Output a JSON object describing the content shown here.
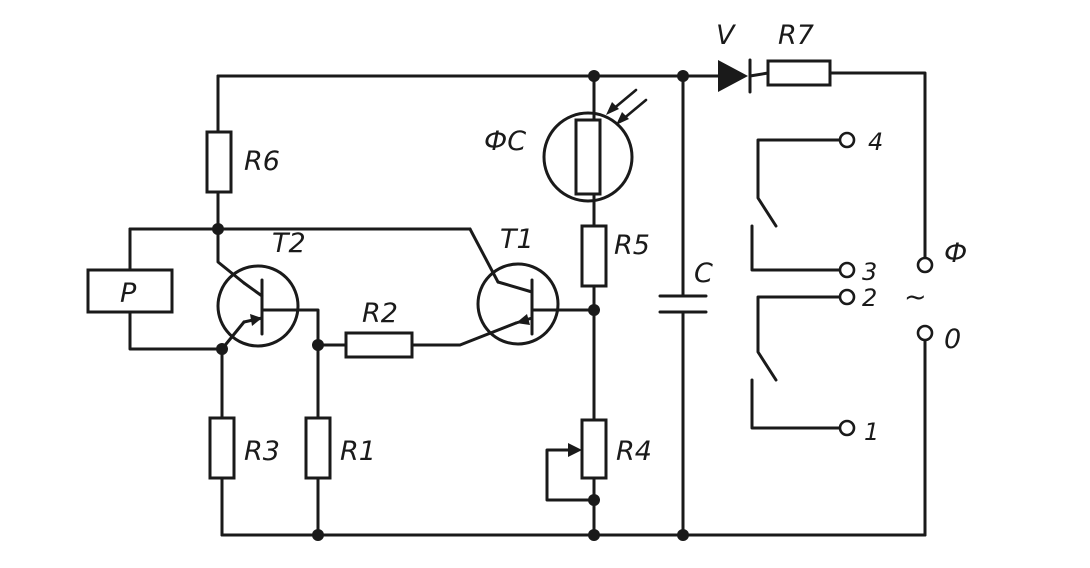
{
  "components": {
    "r1": "R1",
    "r2": "R2",
    "r3": "R3",
    "r4": "R4",
    "r5": "R5",
    "r6": "R6",
    "r7": "R7",
    "t1": "T1",
    "t2": "T2",
    "photoresistor": "ФС",
    "relay": "P",
    "capacitor": "C",
    "diode": "V"
  },
  "terminals": {
    "t1": "1",
    "t2": "2",
    "t3": "3",
    "t4": "4",
    "phase": "Ф",
    "zero": "0",
    "ac_symbol": "~"
  }
}
